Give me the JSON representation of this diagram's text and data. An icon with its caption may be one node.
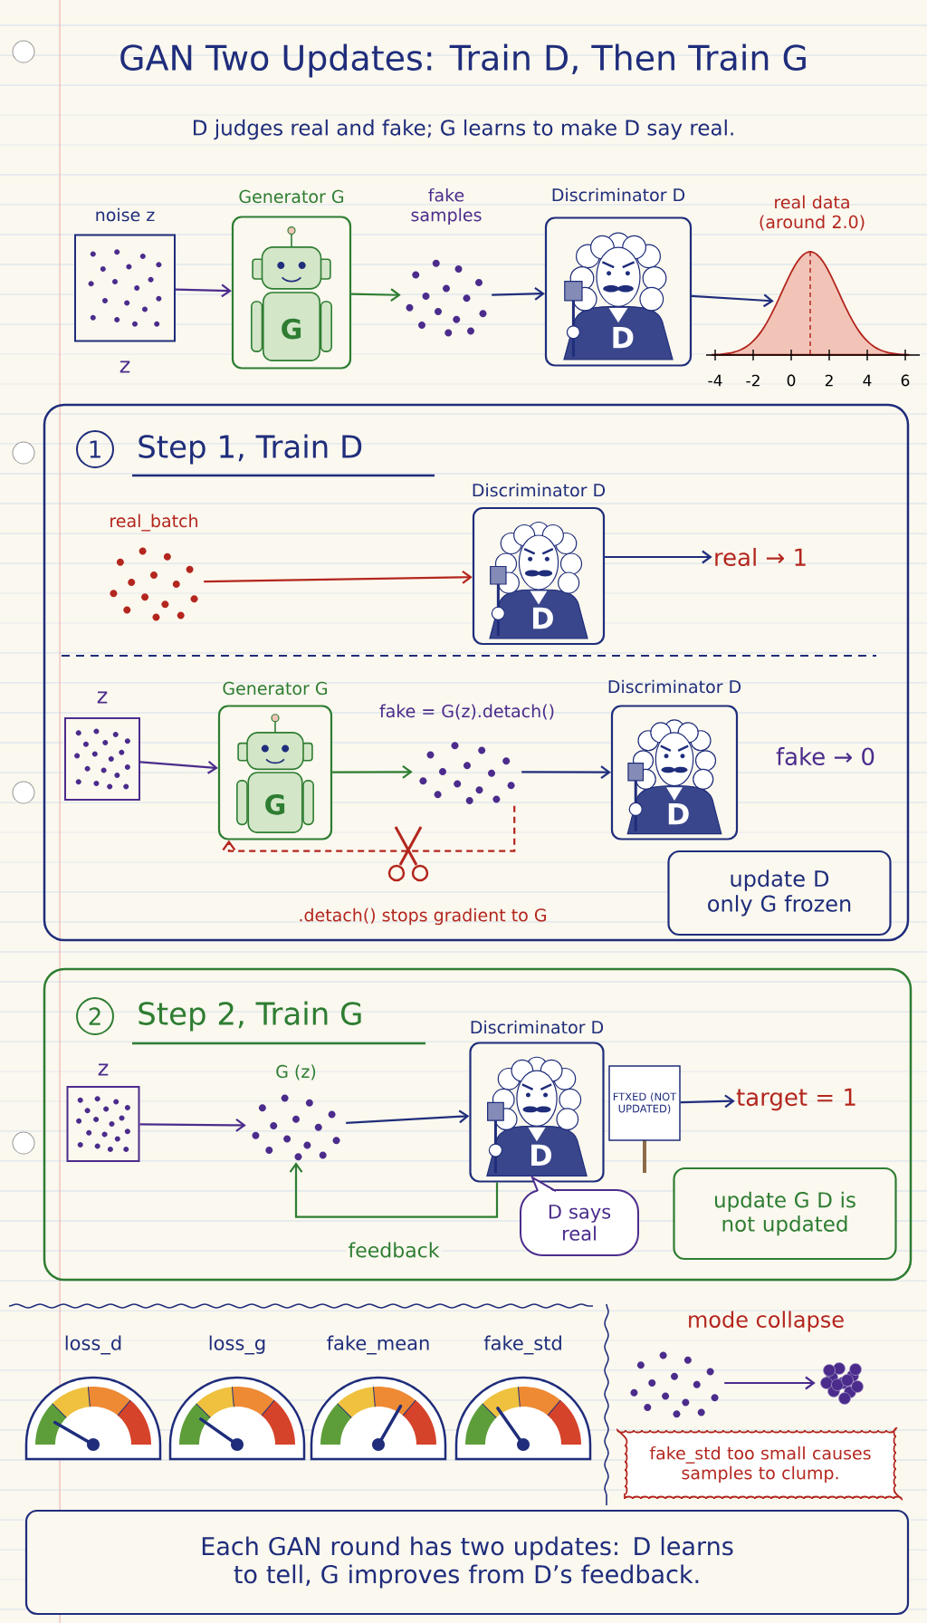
{
  "diagram": {
    "title": "GAN Two Updates: Train D, Then Train G",
    "nodes": [
      {
        "text": [
          "noise z"
        ],
        "beside": [
          "z"
        ]
      },
      {
        "text": [
          "Generator G",
          "G"
        ]
      },
      {
        "text": [
          "fake samples"
        ]
      },
      {
        "text": [
          "Discriminator D",
          "D"
        ]
      },
      {
        "text": [
          "real data (around 2.0)"
        ]
      },
      {
        "text": [
          "1",
          "Step 1, Train D"
        ]
      },
      {
        "text": [
          "real_batch"
        ],
        "in": 5
      },
      {
        "text": [
          "Discriminator D",
          "D"
        ],
        "in": 5
      },
      {
        "text": [
          "real → 1"
        ],
        "in": 5
      },
      {
        "text": [
          "z"
        ],
        "in": 5
      },
      {
        "text": [
          "Generator G",
          "G"
        ],
        "in": 5
      },
      {
        "text": [
          "fake = G(z).detach()"
        ],
        "in": 5
      },
      {
        "text": [
          "Discriminator D",
          "D"
        ],
        "in": 5
      },
      {
        "text": [
          "update D only G frozen"
        ],
        "in": 5
      },
      {
        "text": [
          "2",
          "Step 2, Train G"
        ]
      },
      {
        "text": [
          "z"
        ],
        "in": 14
      },
      {
        "text": [
          "G (z)"
        ],
        "in": 14
      },
      {
        "text": [
          "Discriminator D",
          "D"
        ],
        "in": 14
      },
      {
        "text": [
          "FTXED (NOT UPDATED)"
        ],
        "in": 14
      },
      {
        "text": [
          "target = 1"
        ],
        "in": 14
      },
      {
        "text": [
          "D says real"
        ],
        "in": 14
      },
      {
        "text": [
          "update G D is not updated"
        ],
        "in": 14
      },
      {
        "text": [
          "loss_d"
        ]
      },
      {
        "text": [
          "loss_g"
        ]
      },
      {
        "text": [
          "fake_mean"
        ]
      },
      {
        "text": [
          "fake_std"
        ]
      },
      {
        "text": [],
        "shape": "picture"
      },
      {
        "text": [],
        "shape": "picture"
      },
      {
        "text": [
          "fake_std too small causes samples to clump."
        ]
      },
      {
        "text": [
          "Each GAN round has two updates: D learns to tell, G improves from D’s feedback."
        ]
      }
    ],
    "edges": [
      {
        "from": 0,
        "to": 1,
        "arrow": "to",
        "color": "#4b2c8c"
      },
      {
        "from": 1,
        "to": 2,
        "arrow": "to",
        "color": "#2e7d32"
      },
      {
        "from": 2,
        "to": 3,
        "arrow": "to"
      },
      {
        "from": 3,
        "to": 4,
        "arrow": "to"
      },
      {
        "from": 6,
        "to": 7,
        "arrow": "to",
        "color": "#b3261e"
      },
      {
        "from": 7,
        "to": 8,
        "arrow": "to"
      },
      {
        "from": 9,
        "to": 10,
        "arrow": "to",
        "color": "#4b2c8c"
      },
      {
        "from": 10,
        "to": 11,
        "arrow": "to",
        "color": "#2e7d32"
      },
      {
        "from": 11,
        "to": 12,
        "arrow": "to"
      },
      {
        "from": 11,
        "to": 10,
        "arrow": "to",
        "style": "dashed",
        "color": "#b3261e"
      },
      {
        "from": 15,
        "to": 16,
        "arrow": "to",
        "color": "#4b2c8c"
      },
      {
        "from": 16,
        "to": 17,
        "arrow": "to"
      },
      {
        "from": 18,
        "to": 19,
        "arrow": "to"
      },
      {
        "from": 17,
        "to": 16,
        "arrow": "to",
        "label": "feedback",
        "color": "#2e7d32"
      },
      {
        "from": 26,
        "to": 27,
        "arrow": "to",
        "color": "#4b2c8c"
      }
    ],
    "labels": [
      "D judges real and fake; G learns to make D say real.",
      "-4",
      "-2",
      "0",
      "2",
      "4",
      "6",
      "fake → 0",
      ".detach() stops gradient to G",
      "mode collapse"
    ]
  }
}
